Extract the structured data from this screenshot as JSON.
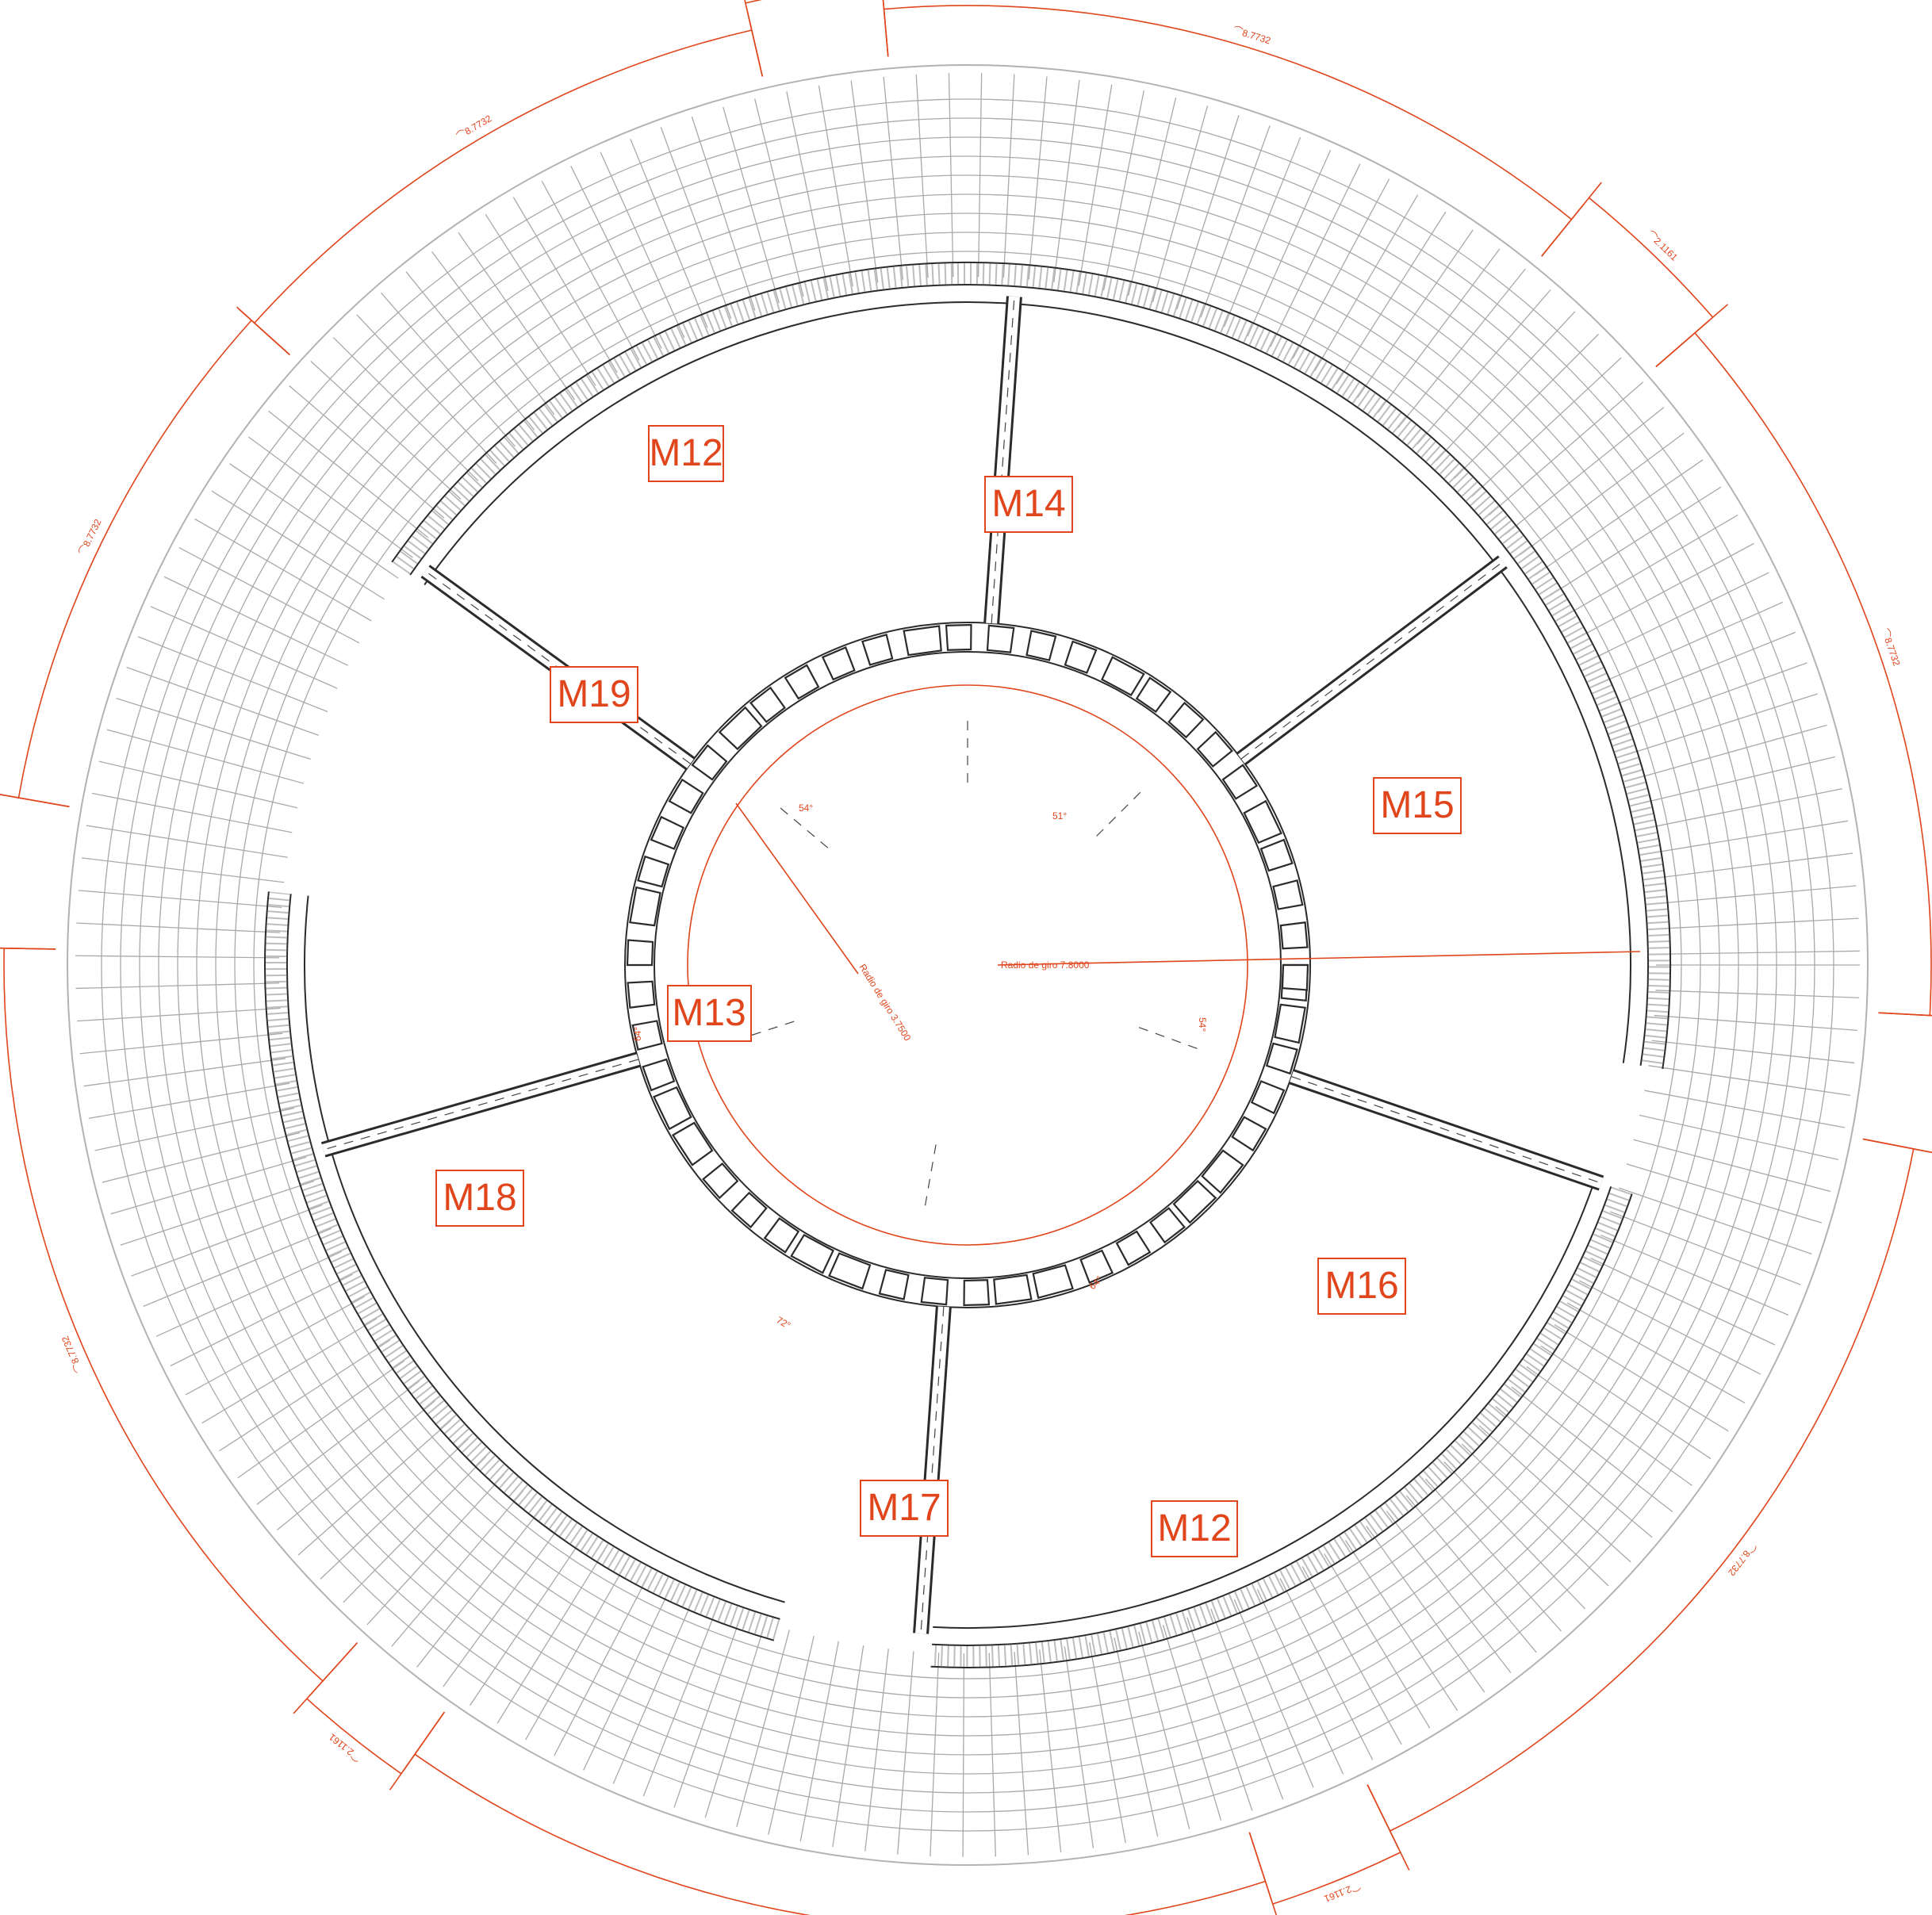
{
  "zones": [
    {
      "id": "M12",
      "label": "M12"
    },
    {
      "id": "M14",
      "label": "M14"
    },
    {
      "id": "M19",
      "label": "M19"
    },
    {
      "id": "M15",
      "label": "M15"
    },
    {
      "id": "M13",
      "label": "M13"
    },
    {
      "id": "M18",
      "label": "M18"
    },
    {
      "id": "M16",
      "label": "M16"
    },
    {
      "id": "M17",
      "label": "M17"
    },
    {
      "id": "M12b",
      "label": "M12"
    }
  ],
  "annotations": {
    "outer_radius": "Radio de giro 7.8000",
    "inner_radius": "Radio de giro 3.7500"
  },
  "angles": [
    "54°",
    "51°",
    "64°",
    "54°",
    "64°",
    "72°"
  ],
  "arc_lengths": {
    "long": "⌒8.7732",
    "short": "⌒2.1161"
  },
  "colors": {
    "annotation": "#e0451b",
    "grid": "#a9a9a9",
    "walls": "#2b2b2b"
  }
}
